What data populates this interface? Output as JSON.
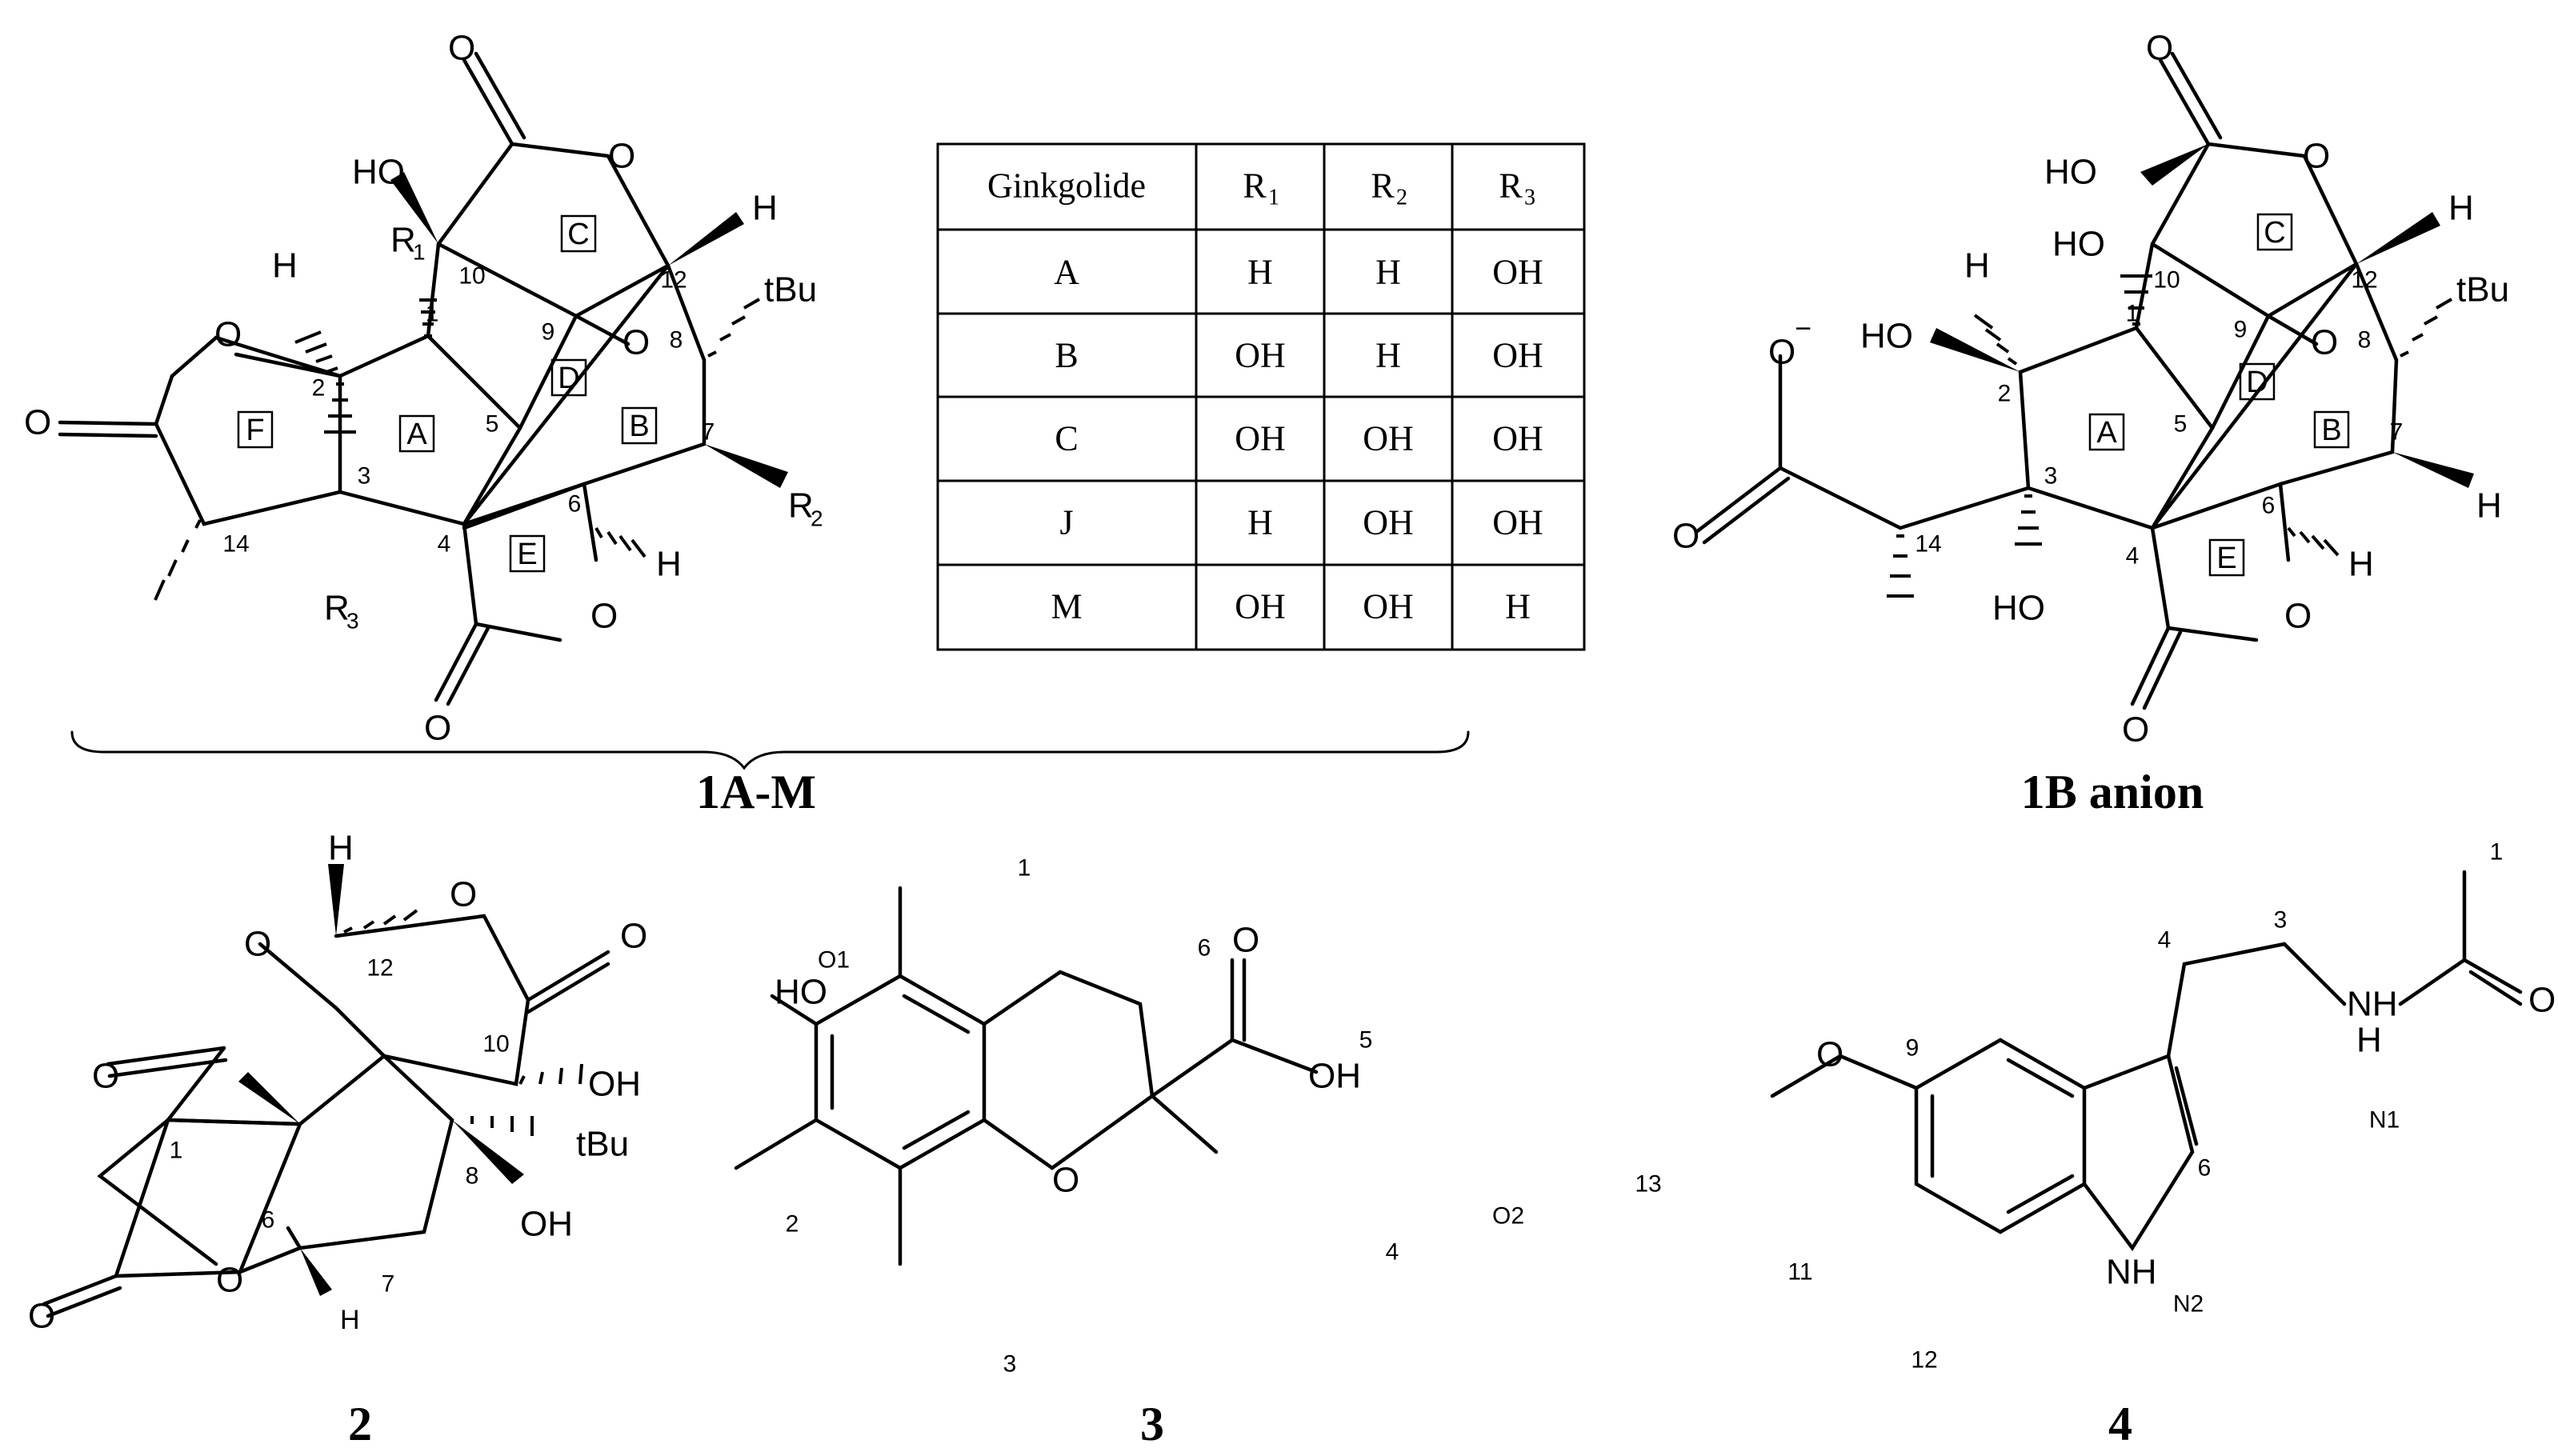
{
  "atom_labels": {
    "O": "O",
    "HO": "HO",
    "OH": "OH",
    "H": "H",
    "tBu": "tBu",
    "R1": "R",
    "R2": "R",
    "R3": "R",
    "sub1": "1",
    "sub2": "2",
    "sub3": "3",
    "O_minus": "O",
    "minus": "−",
    "NH": "NH",
    "N": "H"
  },
  "ring_labels": [
    "A",
    "B",
    "C",
    "D",
    "E",
    "F"
  ],
  "locants_1AM": [
    "1",
    "2",
    "3",
    "4",
    "5",
    "6",
    "7",
    "8",
    "9",
    "10",
    "12",
    "14"
  ],
  "locants_1B": [
    "1",
    "2",
    "3",
    "4",
    "5",
    "6",
    "7",
    "8",
    "9",
    "10",
    "12",
    "14"
  ],
  "locants_2": [
    "1",
    "6",
    "7",
    "8",
    "10",
    "12"
  ],
  "locants_3": [
    "1",
    "2",
    "3",
    "4",
    "5",
    "6",
    "O1",
    "O2"
  ],
  "locants_4": [
    "1",
    "3",
    "4",
    "6",
    "9",
    "11",
    "12",
    "13",
    "N1",
    "N2"
  ],
  "table": {
    "headers": [
      "Ginkgolide",
      "R",
      "R",
      "R"
    ],
    "header_subs": [
      "",
      "1",
      "2",
      "3"
    ],
    "rows": [
      [
        "A",
        "H",
        "H",
        "OH"
      ],
      [
        "B",
        "OH",
        "H",
        "OH"
      ],
      [
        "C",
        "OH",
        "OH",
        "OH"
      ],
      [
        "J",
        "H",
        "OH",
        "OH"
      ],
      [
        "M",
        "OH",
        "OH",
        "H"
      ]
    ]
  },
  "captions": {
    "c1": "1A-M",
    "c1b": "1B anion",
    "c2": "2",
    "c3": "3",
    "c4": "4"
  }
}
